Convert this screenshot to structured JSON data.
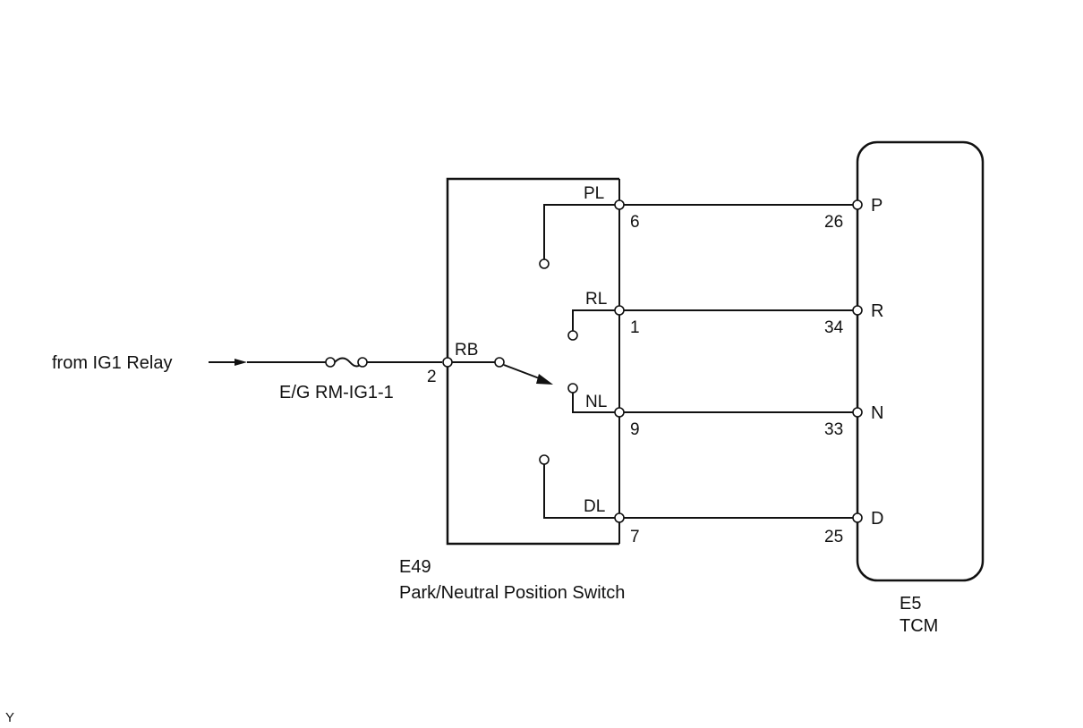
{
  "source": {
    "label": "from IG1 Relay",
    "fuse_label": "E/G RM-IG1-1"
  },
  "switch": {
    "id": "E49",
    "name": "Park/Neutral Position Switch",
    "input_pin": "2",
    "common_label": "RB",
    "outputs": [
      {
        "label": "PL",
        "pin": "6"
      },
      {
        "label": "RL",
        "pin": "1"
      },
      {
        "label": "NL",
        "pin": "9"
      },
      {
        "label": "DL",
        "pin": "7"
      }
    ]
  },
  "tcm": {
    "id": "E5",
    "name": "TCM",
    "inputs": [
      {
        "label": "P",
        "pin": "26"
      },
      {
        "label": "R",
        "pin": "34"
      },
      {
        "label": "N",
        "pin": "33"
      },
      {
        "label": "D",
        "pin": "25"
      }
    ]
  },
  "footer_mark": "Y"
}
